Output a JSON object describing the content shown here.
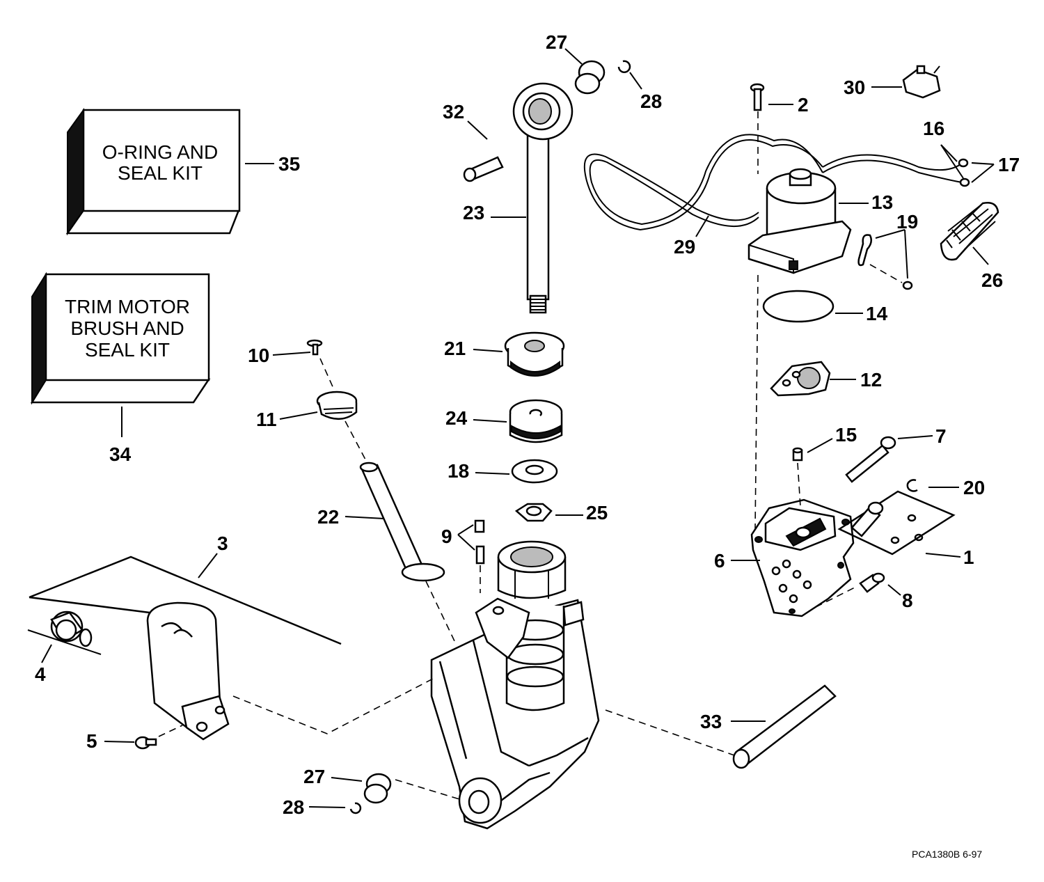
{
  "kits": {
    "oring_kit": {
      "line1": "O-RING AND",
      "line2": "SEAL KIT"
    },
    "brush_kit": {
      "line1": "TRIM MOTOR",
      "line2": "BRUSH AND",
      "line3": "SEAL KIT"
    }
  },
  "callouts": {
    "c1": "1",
    "c2": "2",
    "c3": "3",
    "c4": "4",
    "c5": "5",
    "c6": "6",
    "c7": "7",
    "c8": "8",
    "c9": "9",
    "c10": "10",
    "c11": "11",
    "c12": "12",
    "c13": "13",
    "c14": "14",
    "c15": "15",
    "c16": "16",
    "c17": "17",
    "c18": "18",
    "c19": "19",
    "c20": "20",
    "c21": "21",
    "c22": "22",
    "c23": "23",
    "c24": "24",
    "c25": "25",
    "c26": "26",
    "c27a": "27",
    "c27b": "27",
    "c28a": "28",
    "c28b": "28",
    "c29": "29",
    "c30": "30",
    "c32": "32",
    "c33": "33",
    "c34": "34",
    "c35": "35"
  },
  "drawing_code": "PCA1380B  6-97"
}
